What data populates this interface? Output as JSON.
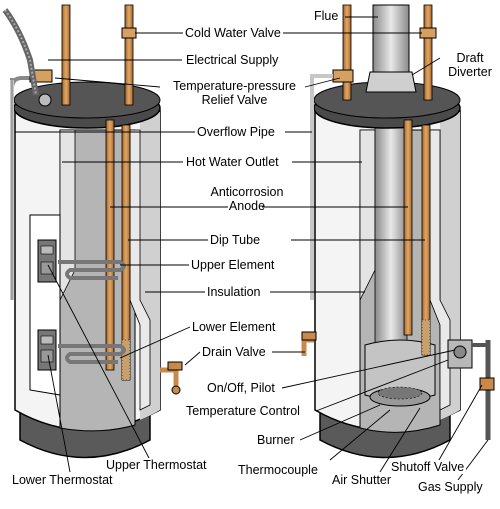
{
  "diagram": {
    "labels": {
      "flue": "Flue",
      "cold_water_valve": "Cold Water Valve",
      "electrical_supply": "Electrical Supply",
      "draft_diverter": "Draft Diverter",
      "temp_pressure_relief": "Temperature-pressure Relief Valve",
      "overflow_pipe": "Overflow Pipe",
      "hot_water_outlet": "Hot Water Outlet",
      "anticorrosion_anode": "Anticorrosion Anode",
      "dip_tube": "Dip Tube",
      "upper_element": "Upper Element",
      "insulation": "Insulation",
      "lower_element": "Lower Element",
      "drain_valve": "Drain Valve",
      "on_off_pilot": "On/Off, Pilot",
      "temperature_control": "Temperature Control",
      "burner": "Burner",
      "upper_thermostat": "Upper Thermostat",
      "thermocouple": "Thermocouple",
      "lower_thermostat": "Lower Thermostat",
      "air_shutter": "Air Shutter",
      "shutoff_valve": "Shutoff Valve",
      "gas_supply": "Gas Supply"
    },
    "colors": {
      "tank_dark": "#4a4a4a",
      "tank_body": "#f2f2f2",
      "tank_inner": "#b8b8b8",
      "pipe_copper": "#c8894a",
      "outline": "#000000"
    }
  }
}
